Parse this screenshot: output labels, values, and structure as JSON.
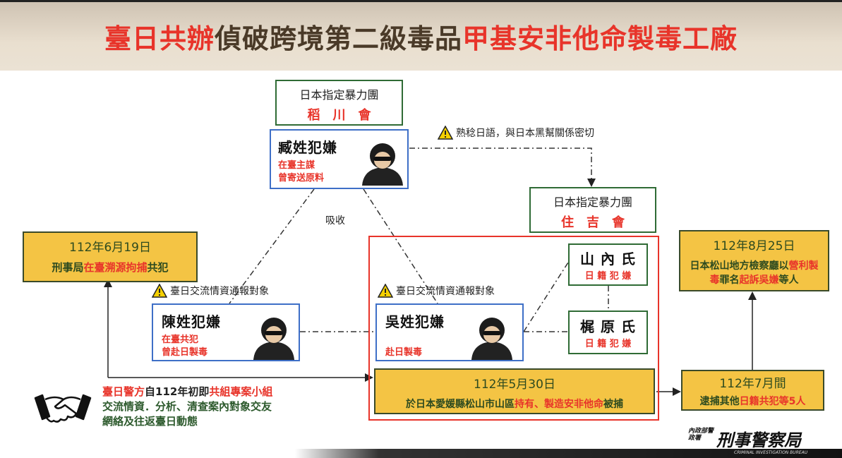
{
  "title": {
    "p1": "臺日共辦",
    "p2": "偵破跨境第二級毒品",
    "p3": "甲基安非他命製毒工廠"
  },
  "inagawa": {
    "label": "日本指定暴力團",
    "name": "稻　川　會"
  },
  "sumiyoshi": {
    "label": "日本指定暴力團",
    "name": "住　吉　會"
  },
  "zang": {
    "name": "臧姓犯嫌",
    "line1": "在臺主謀",
    "line2": "曾寄送原料"
  },
  "zang_warning": "熟稔日語，與日本黑幫關係密切",
  "absorb": "吸收",
  "chen": {
    "name": "陳姓犯嫌",
    "line1": "在臺共犯",
    "line2": "曾赴日製毒",
    "warning": "臺日交流情資通報對象"
  },
  "wu": {
    "name": "吳姓犯嫌",
    "line1": "赴日製毒",
    "warning": "臺日交流情資通報對象"
  },
  "yamauchi": {
    "name": "山 內 氏",
    "sub": "日 籍 犯 嫌"
  },
  "kajiwara": {
    "name": "梶 原 氏",
    "sub": "日 籍 犯 嫌"
  },
  "event_0619": {
    "date": "112年6月19日",
    "a": "刑事局",
    "b": "在臺溯源拘捕",
    "c": "共犯"
  },
  "event_0530": {
    "date": "112年5月30日",
    "a": "於日本愛媛縣松山市山區",
    "b": "持有、製造安非他命",
    "c": "被捕"
  },
  "event_07": {
    "date": "112年7月間",
    "a": "逮捕其他",
    "b": "日籍共犯",
    "c": "等5人"
  },
  "event_0825": {
    "date": "112年8月25日",
    "a": "日本松山地方檢察廳以",
    "b": "營利製毒",
    "c": "罪名",
    "d": "起訴吳嫌",
    "e": "等人"
  },
  "coop": {
    "a": "臺日警方",
    "b": "自112年初即",
    "c": "共組專案小組",
    "line2": "交流情資．分析、清查案內對象交友",
    "line3": "網絡及往返臺日動態"
  },
  "logo": {
    "org_small": "內政部警政署",
    "org": "刑事警察局",
    "org_en": "CRIMINAL INVESTIGATION BUREAU"
  }
}
